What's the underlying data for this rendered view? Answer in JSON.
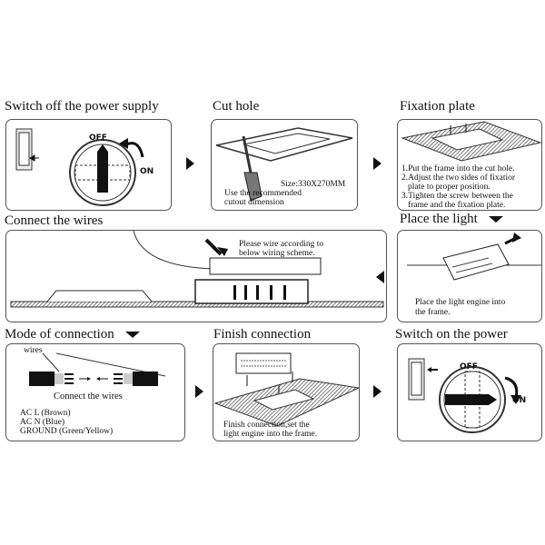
{
  "steps": [
    {
      "title": "Switch off the power supply",
      "off": "OFF",
      "on": "ON"
    },
    {
      "title": "Cut hole",
      "size": "Size:330X270MM",
      "note1": "Use the recommended",
      "note2": "cutout dimension"
    },
    {
      "title": "Fixation plate",
      "l1": "1.Put the frame into the cut hole.",
      "l2": "2.Adjust the two sides of fixatior",
      "l3": "plate to proper position.",
      "l4": "3.Tighten the screw between the",
      "l5": "frame and the fixation plate."
    },
    {
      "title": "Connect the wires",
      "note1": "Please wire according to",
      "note2": "below wiring scheme."
    },
    {
      "title": "Place the light",
      "note1": "Place the light engine into",
      "note2": "the frame."
    },
    {
      "title": "Mode of connection",
      "wires": "wires",
      "caption": "Connect the wires",
      "l1": "AC L (Brown)",
      "l2": "AC N (Blue)",
      "l3": "GROUND (Green/Yellow)"
    },
    {
      "title": "Finish connection",
      "note1": "Finish connection,set the",
      "note2": "light engine into the frame."
    },
    {
      "title": "Switch on the power",
      "off": "OFF",
      "on": "ON"
    }
  ]
}
